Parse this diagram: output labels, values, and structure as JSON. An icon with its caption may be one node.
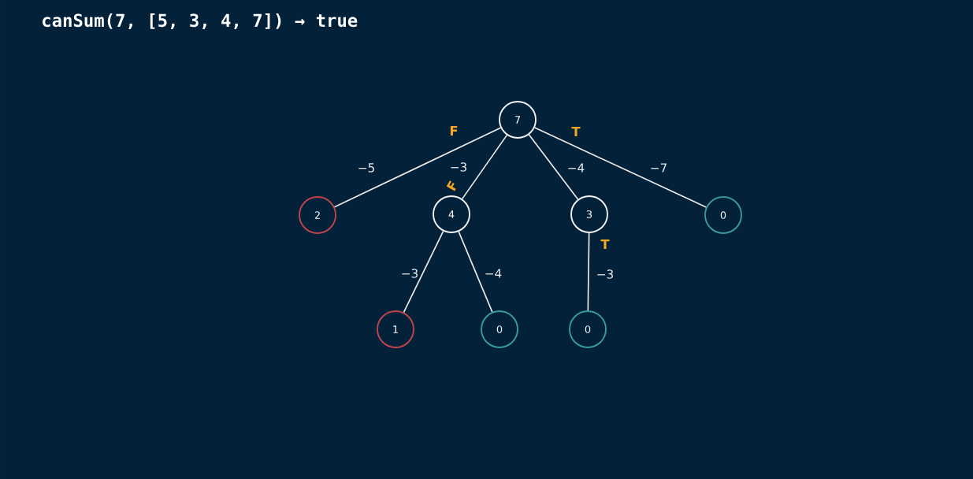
{
  "diagram": {
    "title": "canSum(7, [5, 3, 4, 7]) → true",
    "nodes": [
      {
        "text": [
          "7"
        ]
      },
      {
        "text": [
          "2"
        ]
      },
      {
        "text": [
          "4"
        ]
      },
      {
        "text": [
          "3"
        ]
      },
      {
        "text": [
          "0"
        ]
      },
      {
        "text": [
          "1"
        ]
      },
      {
        "text": [
          "0"
        ]
      },
      {
        "text": [
          "0"
        ]
      }
    ],
    "edges": [
      {
        "from": 0,
        "to": 1,
        "arrow": "none",
        "label": "−5"
      },
      {
        "from": 0,
        "to": 2,
        "arrow": "none",
        "label": "−3"
      },
      {
        "from": 0,
        "to": 3,
        "arrow": "none",
        "label": "−4"
      },
      {
        "from": 0,
        "to": 4,
        "arrow": "none",
        "label": "−7"
      },
      {
        "from": 2,
        "to": 5,
        "arrow": "none",
        "label": "−3"
      },
      {
        "from": 2,
        "to": 6,
        "arrow": "none",
        "label": "−4"
      },
      {
        "from": 3,
        "to": 7,
        "arrow": "none",
        "label": "−3"
      }
    ],
    "labels": [
      "F",
      "T",
      "F",
      "T"
    ]
  }
}
